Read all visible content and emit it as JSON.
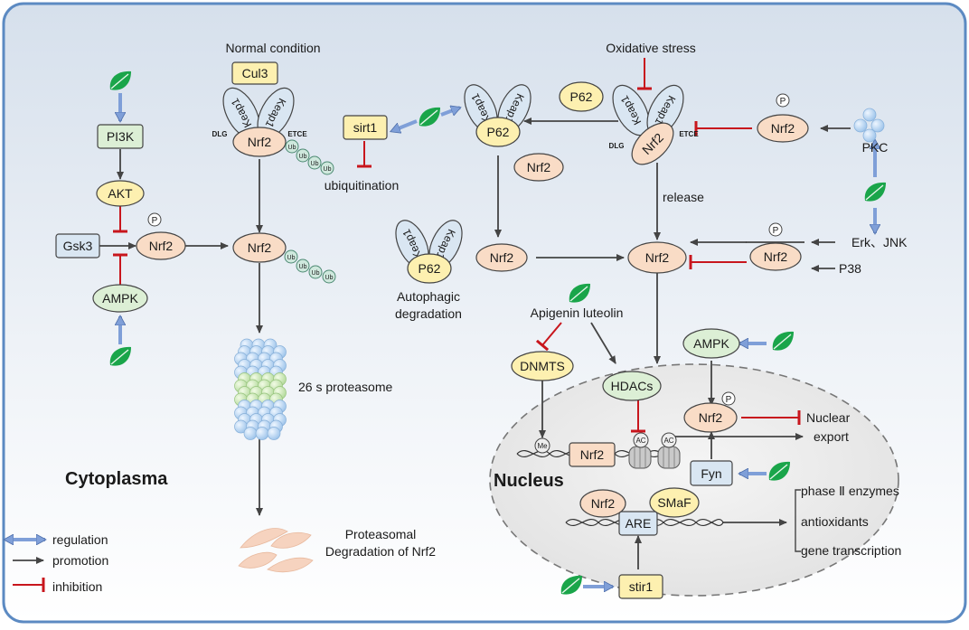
{
  "labels": {
    "normal_condition": "Normal condition",
    "oxidative_stress": "Oxidative stress",
    "cytoplasma": "Cytoplasma",
    "nucleus": "Nucleus",
    "release": "release",
    "ubiquitination": "ubiquitination",
    "proteasome": "26 s proteasome",
    "degradation_1": "Proteasomal",
    "degradation_2": "Degradation of Nrf2",
    "autophagic_1": "Autophagic",
    "autophagic_2": "degradation",
    "apigenin": "Apigenin luteolin",
    "erk_jnk": "Erk、JNK",
    "p38": "P38",
    "pkc": "PKC",
    "nuclear_export_1": "Nuclear",
    "nuclear_export_2": "export",
    "phase2": "phase Ⅱ enzymes",
    "antioxidants": "antioxidants",
    "gene_transcription": "gene transcription"
  },
  "nodes": {
    "cul3": "Cul3",
    "keap1": "Keap1",
    "nrf2": "Nrf2",
    "p62": "P62",
    "pi3k": "PI3K",
    "akt": "AKT",
    "gsk3": "Gsk3",
    "ampk": "AMPK",
    "sirt1": "sirt1",
    "dnmts": "DNMTS",
    "hdacs": "HDACs",
    "fyn": "Fyn",
    "are": "ARE",
    "smaf": "SMaF",
    "stir1": "stir1",
    "ub": "Ub",
    "phospho": "P",
    "me": "Me",
    "ac": "AC",
    "dlg": "DLG",
    "etce": "ETCE"
  },
  "legend": {
    "regulation": "regulation",
    "promotion": "promotion",
    "inhibition": "inhibition"
  },
  "colors": {
    "regulation": "#7f9fd8",
    "promotion": "#444444",
    "inhibition": "#c8161d",
    "nrf2_fill": "#f9dcc6",
    "keap1_fill": "#d9e6f2",
    "yellow_fill": "#fdf0b0",
    "green_fill": "#dcefd5",
    "leaf": "#1aa54a"
  }
}
